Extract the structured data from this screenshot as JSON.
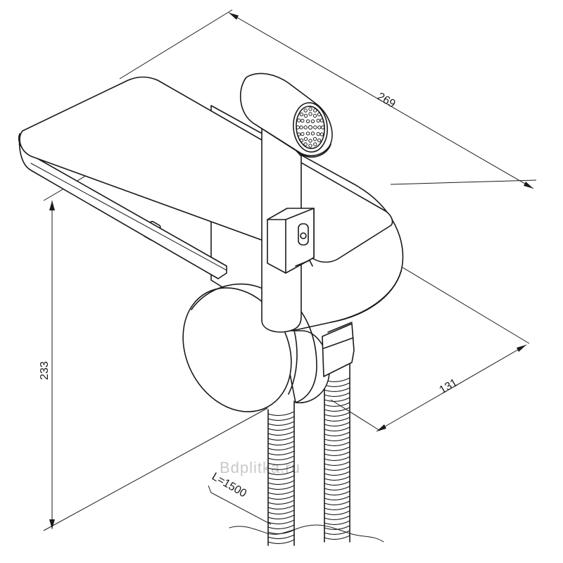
{
  "drawing": {
    "subject": "wall-mounted hygienic shower with shelf",
    "dimensions": {
      "width": "269",
      "height": "233",
      "depth": "131",
      "hose_length": "L=1500"
    },
    "watermark": "Bdplitka.ru"
  }
}
